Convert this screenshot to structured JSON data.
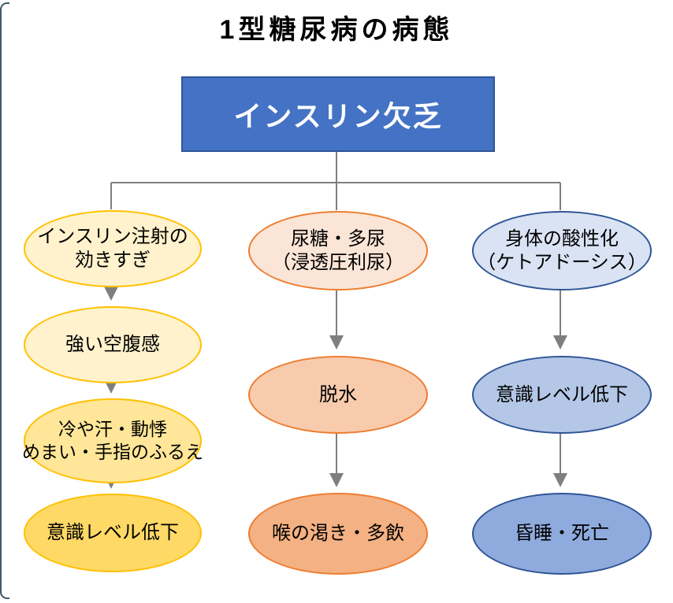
{
  "page": {
    "title": "1型糖尿病の病態"
  },
  "root": {
    "label": "インスリン欠乏",
    "fill": "#4472C4",
    "border": "#2F5597"
  },
  "colors": {
    "background": "#FFFFFF",
    "frame": "#3E5A66",
    "connector": "#7F7F7F",
    "title_text": "#000000",
    "root_text": "#FFFFFF",
    "node_text": "#000000"
  },
  "columns": [
    {
      "accent": "#FFC000",
      "nodes": [
        {
          "lines": [
            "インスリン注射の",
            "効きすぎ"
          ],
          "fill": "#FFF2CC"
        },
        {
          "lines": [
            "強い空腹感"
          ],
          "fill": "#FFF2CC"
        },
        {
          "lines": [
            "冷や汗・動悸",
            "めまい・手指のふるえ"
          ],
          "fill": "#FFE699"
        },
        {
          "lines": [
            "意識レベル低下"
          ],
          "fill": "#FFD966"
        }
      ]
    },
    {
      "accent": "#ED7D31",
      "nodes": [
        {
          "lines": [
            "尿糖・多尿",
            "（浸透圧利尿）"
          ],
          "fill": "#FBE5D6"
        },
        {
          "lines": [
            "脱水"
          ],
          "fill": "#F8CBAD"
        },
        {
          "lines": [
            "喉の渇き・多飲"
          ],
          "fill": "#F4B183"
        }
      ]
    },
    {
      "accent": "#2F5597",
      "nodes": [
        {
          "lines": [
            "身体の酸性化",
            "（ケトアドーシス）"
          ],
          "fill": "#DAE3F3"
        },
        {
          "lines": [
            "意識レベル低下"
          ],
          "fill": "#B4C7E7"
        },
        {
          "lines": [
            "昏睡・死亡"
          ],
          "fill": "#8FAADC"
        }
      ]
    }
  ]
}
